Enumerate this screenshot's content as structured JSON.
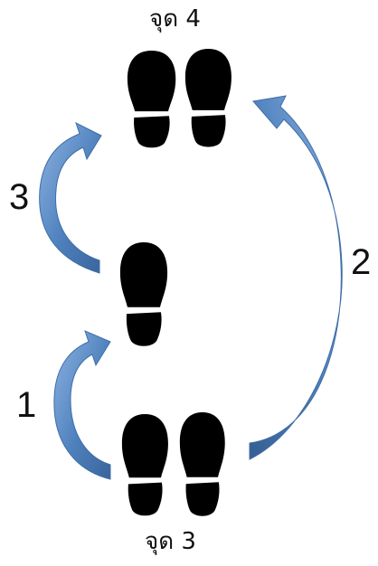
{
  "labels": {
    "top_point": "จุด 4",
    "bottom_point": "จุด 3"
  },
  "steps": {
    "one": "1",
    "two": "2",
    "three": "3"
  },
  "colors": {
    "arrow_fill": "#4f81bd",
    "arrow_edge": "#3f6ea8",
    "arrow_light": "#8eb4e3",
    "footprint": "#000000",
    "background": "#ffffff"
  },
  "icons": {
    "footprint": "shoe-print-icon",
    "arrow": "curved-arrow"
  }
}
